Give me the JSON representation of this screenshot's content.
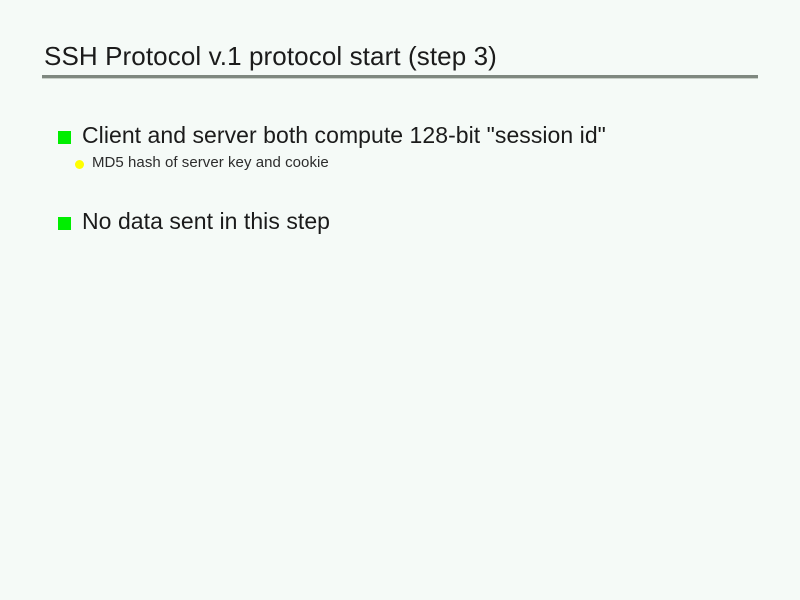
{
  "slide": {
    "title": "SSH Protocol v.1 protocol start (step 3)",
    "background_color": "#F5FAF7",
    "title_color": "#1B1B1B",
    "rule_color": "#7F8880",
    "bullets": [
      {
        "level": 1,
        "marker": "green-square-bullet-icon",
        "marker_color": "#00EE00",
        "text": "Client and server both compute 128-bit \"session id\"",
        "children": [
          {
            "level": 2,
            "marker": "yellow-dot-bullet-icon",
            "marker_color": "#FFFF00",
            "text": "MD5 hash of server key and cookie"
          }
        ]
      },
      {
        "level": 1,
        "marker": "green-square-bullet-icon",
        "marker_color": "#00EE00",
        "text": "No data sent in this step",
        "children": []
      }
    ]
  }
}
